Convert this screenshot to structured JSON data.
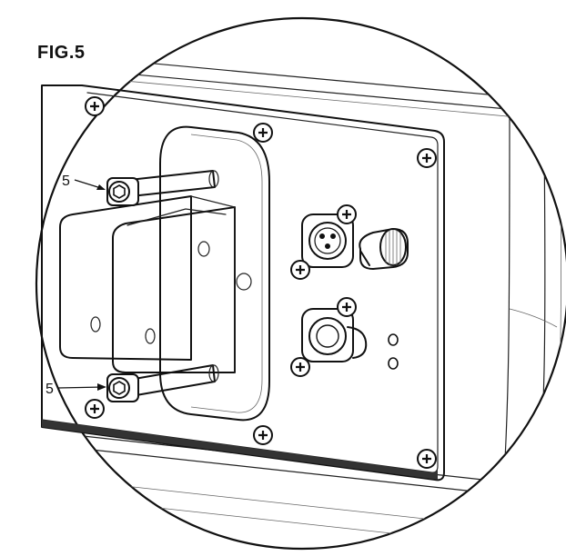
{
  "figure": {
    "title": "FIG.5",
    "callouts": [
      {
        "label": "5"
      },
      {
        "label": "5"
      }
    ]
  }
}
